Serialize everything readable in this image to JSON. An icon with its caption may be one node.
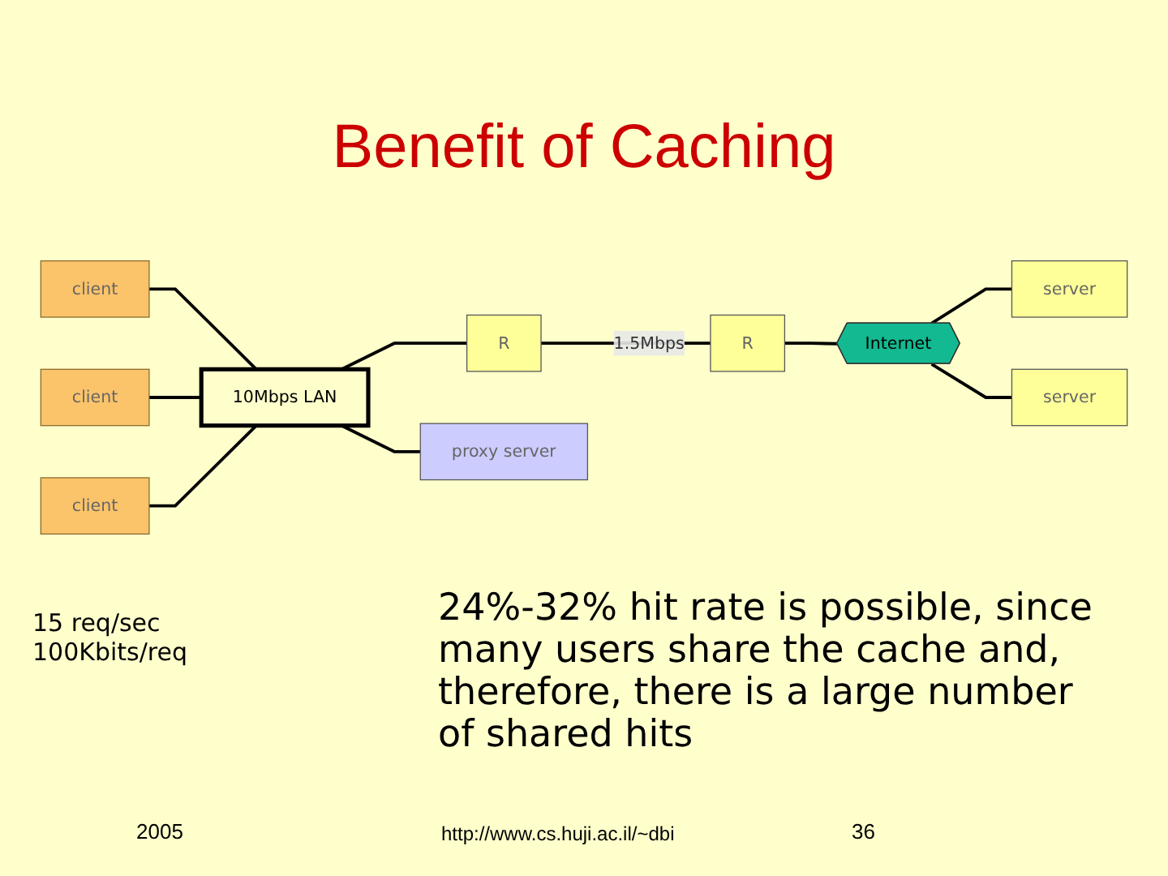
{
  "diagram": {
    "title": "Benefit of Caching",
    "nodes": [
      {
        "text": [
          "client"
        ]
      },
      {
        "text": [
          "10Mbps LAN"
        ]
      },
      {
        "text": [
          "server"
        ]
      },
      {
        "text": [
          "client"
        ]
      },
      {
        "text": [
          "R"
        ]
      },
      {
        "text": [
          "R"
        ]
      },
      {
        "text": [
          "Internet"
        ]
      },
      {
        "text": [
          "server"
        ]
      },
      {
        "text": [
          "proxy server"
        ]
      },
      {
        "text": [
          "client"
        ]
      }
    ],
    "edges": [
      {
        "from": 0,
        "to": 1,
        "arrow": "none"
      },
      {
        "from": 3,
        "to": 1,
        "arrow": "none"
      },
      {
        "from": 9,
        "to": 1,
        "arrow": "none"
      },
      {
        "from": 1,
        "to": 4,
        "arrow": "none"
      },
      {
        "from": 4,
        "to": 5,
        "arrow": "none",
        "label": "1.5Mbps"
      },
      {
        "from": 5,
        "to": 6,
        "arrow": "none"
      },
      {
        "from": 6,
        "to": 2,
        "arrow": "none"
      },
      {
        "from": 6,
        "to": 7,
        "arrow": "none"
      },
      {
        "from": 1,
        "to": 8,
        "arrow": "none"
      }
    ],
    "labels": [
      "15 req/sec 100Kbits/req",
      "24%-32% hit rate is possible, since many users share the cache and, therefore, there is a large number of shared hits",
      "2005",
      "http://www.cs.huji.ac.il/~dbi",
      "36"
    ]
  }
}
